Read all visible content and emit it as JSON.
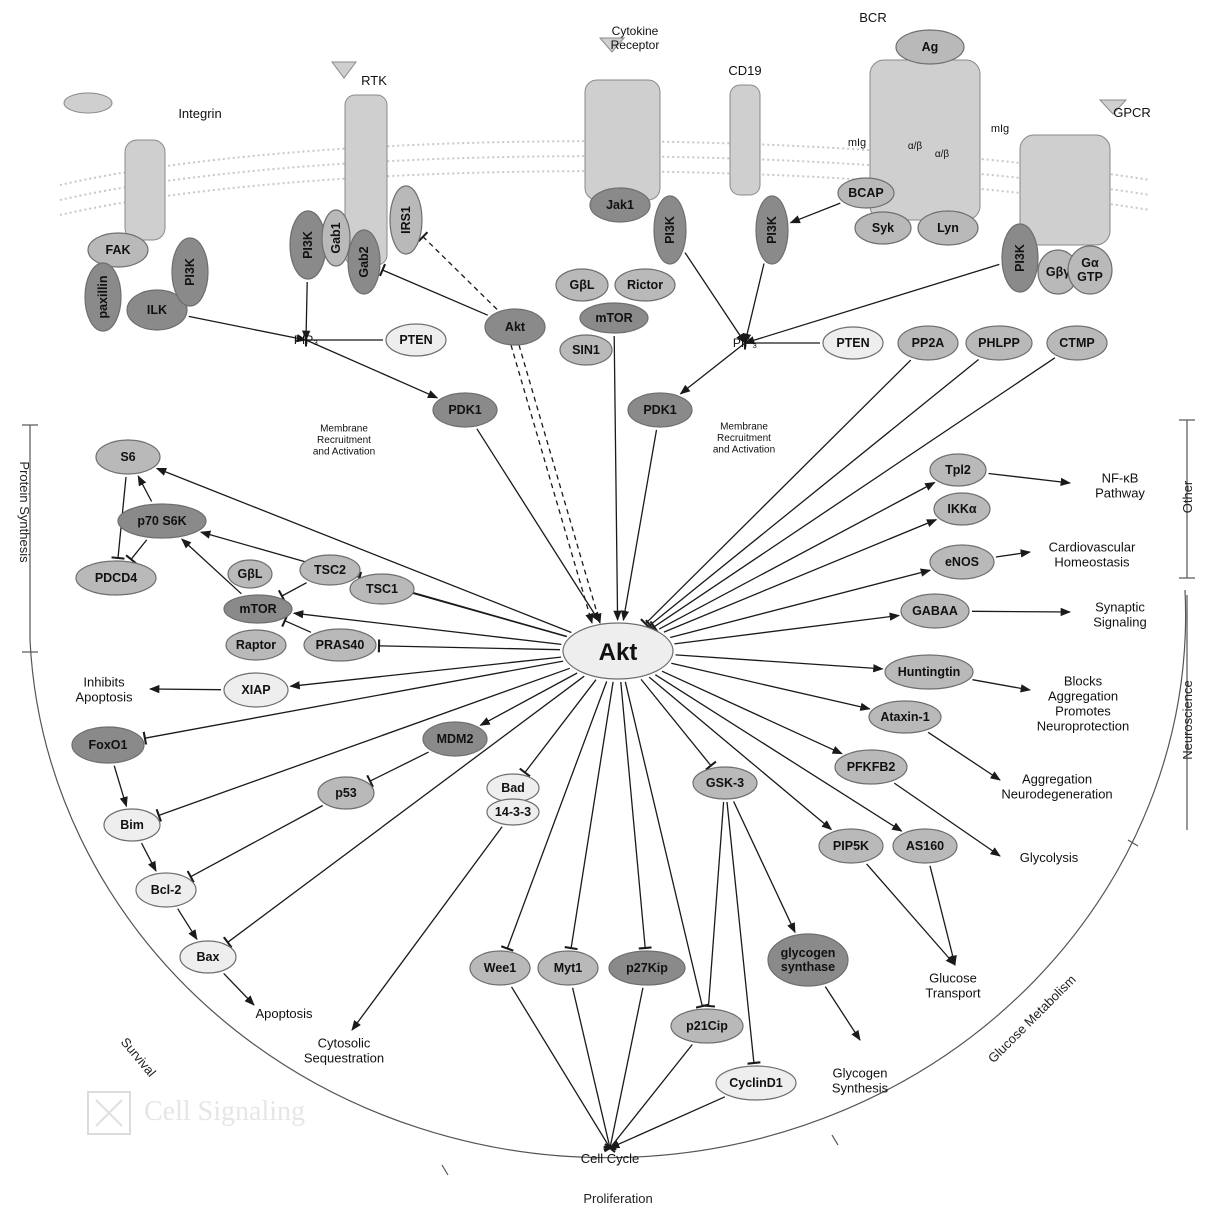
{
  "receptors": {
    "integrin": "Integrin",
    "rtk": "RTK",
    "cytokine": "Cytokine\nReceptor",
    "cd19": "CD19",
    "bcr": "BCR",
    "gpcr": "GPCR",
    "ag": "Ag",
    "mig_left": "mIg",
    "mig_right": "mIg",
    "ab_left": "α/β",
    "ab_right": "α/β"
  },
  "nodes": {
    "fak": "FAK",
    "paxillin": "paxillin",
    "ilk": "ILK",
    "pi3k_1": "PI3K",
    "pi3k_2": "PI3K",
    "gab1": "Gab1",
    "gab2": "Gab2",
    "irs1": "IRS1",
    "akt_top": "Akt",
    "gbl_top": "GβL",
    "rictor": "Rictor",
    "mtor_top": "mTOR",
    "sin1": "SIN1",
    "jak1": "Jak1",
    "pi3k_3": "PI3K",
    "pi3k_4": "PI3K",
    "bcap": "BCAP",
    "syk": "Syk",
    "lyn": "Lyn",
    "pi3k_5": "PI3K",
    "gbg": "Gβγ",
    "ga": "Gα\nGTP",
    "pip3_left": "PIP₃",
    "pten_left": "PTEN",
    "pdk1_left": "PDK1",
    "pip3_right": "PIP₃",
    "pten_right": "PTEN",
    "pp2a": "PP2A",
    "phlpp": "PHLPP",
    "ctmp": "CTMP",
    "pdk1_right": "PDK1",
    "akt": "Akt",
    "s6": "S6",
    "p70s6k": "p70 S6K",
    "pdcd4": "PDCD4",
    "gbl": "GβL",
    "tsc2": "TSC2",
    "tsc1": "TSC1",
    "mtor": "mTOR",
    "raptor": "Raptor",
    "pras40": "PRAS40",
    "xiap": "XIAP",
    "foxo1": "FoxO1",
    "mdm2": "MDM2",
    "bim": "Bim",
    "p53": "p53",
    "bcl2": "Bcl-2",
    "bax": "Bax",
    "bad": "Bad",
    "b1433": "14-3-3",
    "wee1": "Wee1",
    "myt1": "Myt1",
    "p27kip": "p27Kip",
    "p21cip": "p21Cip",
    "gsk3": "GSK-3",
    "glycogen_synthase": "glycogen\nsynthase",
    "cyclind1": "CyclinD1",
    "pip5k": "PIP5K",
    "as160": "AS160",
    "pfkfb2": "PFKFB2",
    "ataxin1": "Ataxin-1",
    "huntingtin": "Huntingtin",
    "gabaa": "GABAA",
    "enos": "eNOS",
    "ikka": "IKKα",
    "tpl2": "Tpl2"
  },
  "texts": {
    "membrane_left": "Membrane\nRecruitment\nand Activation",
    "membrane_right": "Membrane\nRecruitment\nand Activation",
    "inhibits_apoptosis": "Inhibits\nApoptosis",
    "apoptosis": "Apoptosis",
    "cytosolic": "Cytosolic\nSequestration",
    "cell_cycle": "Cell Cycle",
    "glycogen_synthesis": "Glycogen\nSynthesis",
    "glucose_transport": "Glucose\nTransport",
    "glycolysis": "Glycolysis",
    "aggregation": "Aggregation\nNeurodegeneration",
    "blocks": "Blocks\nAggregation\nPromotes\nNeuroprotection",
    "synaptic": "Synaptic\nSignaling",
    "cardio": "Cardiovascular\nHomeostasis",
    "nfkb": "NF-κB\nPathway"
  },
  "categories": {
    "protein_synthesis": "Protein Synthesis",
    "survival": "Survival",
    "proliferation": "Proliferation",
    "glucose_metabolism": "Glucose Metabolism",
    "neuroscience": "Neuroscience",
    "other": "Other"
  },
  "logo": "Cell Signaling"
}
